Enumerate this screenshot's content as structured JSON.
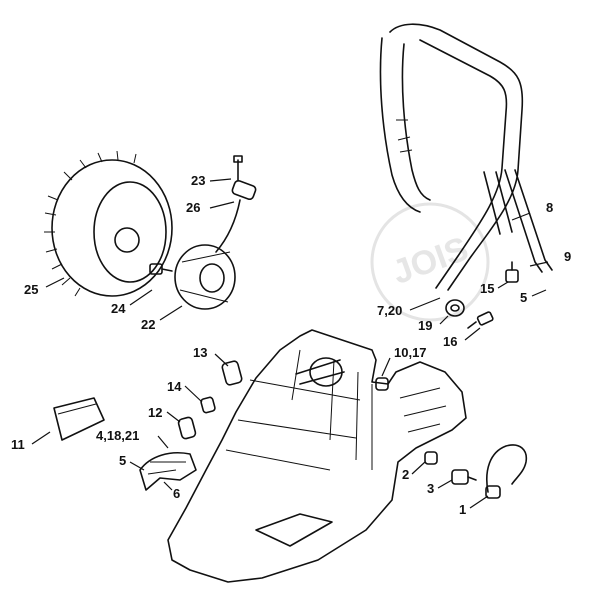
{
  "callouts": {
    "c1": "1",
    "c2": "2",
    "c3": "3",
    "c4_18_21": "4,18,21",
    "c5a": "5",
    "c5b": "5",
    "c6": "6",
    "c7_20": "7,20",
    "c8": "8",
    "c9": "9",
    "c10_17": "10,17",
    "c11": "11",
    "c12": "12",
    "c13": "13",
    "c14": "14",
    "c15": "15",
    "c16": "16",
    "c19": "19",
    "c22": "22",
    "c23": "23",
    "c24": "24",
    "c25": "25",
    "c26": "26"
  },
  "watermark": {
    "text": "JOIS"
  }
}
